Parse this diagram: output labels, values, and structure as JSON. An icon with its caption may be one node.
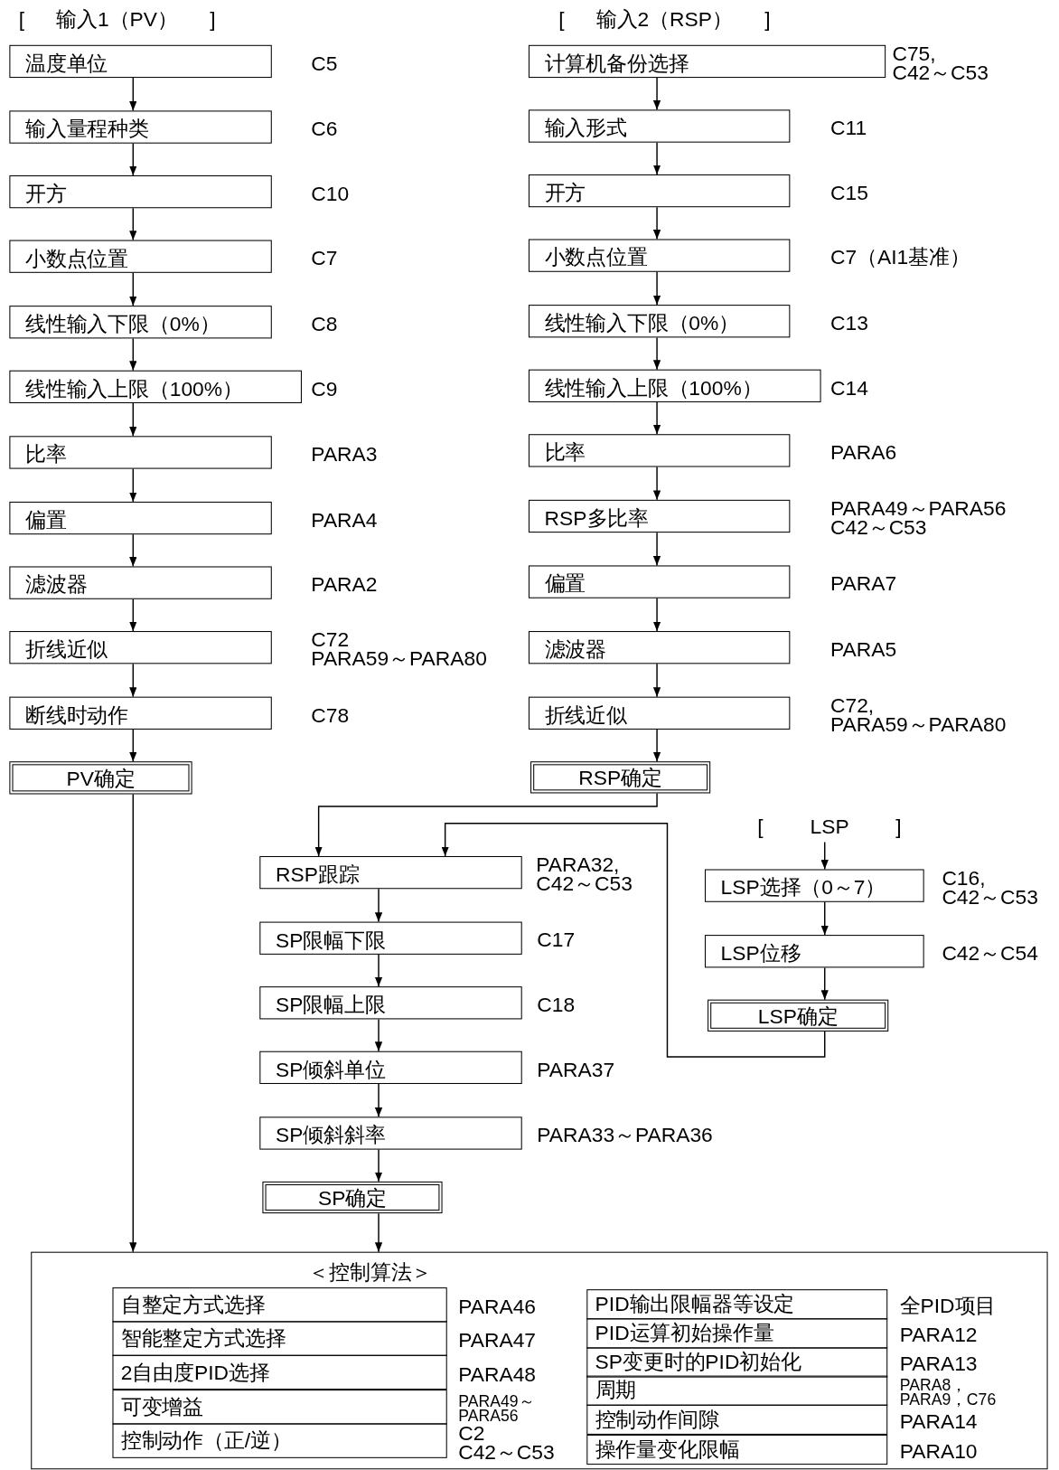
{
  "diagram": {
    "nodes": [
      {
        "text": [
          "温度单位"
        ],
        "beside": [
          "C5"
        ]
      },
      {
        "text": [
          "输入量程种类"
        ],
        "beside": [
          "C6"
        ]
      },
      {
        "text": [
          "开方"
        ],
        "beside": [
          "C10"
        ]
      },
      {
        "text": [
          "小数点位置"
        ],
        "beside": [
          "C7"
        ]
      },
      {
        "text": [
          "线性输入下限（0%）"
        ],
        "beside": [
          "C8"
        ]
      },
      {
        "text": [
          "线性输入上限（100%）"
        ],
        "beside": [
          "C9"
        ]
      },
      {
        "text": [
          "比率"
        ],
        "beside": [
          "PARA3"
        ]
      },
      {
        "text": [
          "偏置"
        ],
        "beside": [
          "PARA4"
        ]
      },
      {
        "text": [
          "滤波器"
        ],
        "beside": [
          "PARA2"
        ]
      },
      {
        "text": [
          "折线近似"
        ],
        "beside": [
          "C72 PARA59～PARA80"
        ]
      },
      {
        "text": [
          "断线时动作"
        ],
        "beside": [
          "C78"
        ]
      },
      {
        "text": [
          "PV确定"
        ]
      },
      {
        "text": [
          "计算机备份选择"
        ],
        "beside": [
          "C75, C42～C53"
        ]
      },
      {
        "text": [
          "输入形式"
        ],
        "beside": [
          "C11"
        ]
      },
      {
        "text": [
          "开方"
        ],
        "beside": [
          "C15"
        ]
      },
      {
        "text": [
          "小数点位置"
        ],
        "beside": [
          "C7（AI1基准）"
        ]
      },
      {
        "text": [
          "线性输入下限（0%）"
        ],
        "beside": [
          "C13"
        ]
      },
      {
        "text": [
          "线性输入上限（100%）"
        ],
        "beside": [
          "C14"
        ]
      },
      {
        "text": [
          "比率"
        ],
        "beside": [
          "PARA6"
        ]
      },
      {
        "text": [
          "RSP多比率"
        ],
        "beside": [
          "PARA49～PARA56 C42～C53"
        ]
      },
      {
        "text": [
          "偏置"
        ],
        "beside": [
          "PARA7"
        ]
      },
      {
        "text": [
          "滤波器"
        ],
        "beside": [
          "PARA5"
        ]
      },
      {
        "text": [
          "折线近似"
        ],
        "beside": [
          "C72, PARA59～PARA80"
        ]
      },
      {
        "text": [
          "RSP确定"
        ]
      },
      {
        "text": [
          "[ LSP ]"
        ]
      },
      {
        "text": [
          "LSP选择（0～7）"
        ],
        "beside": [
          "C16, C42～C53"
        ]
      },
      {
        "text": [
          "LSP位移"
        ],
        "beside": [
          "C42～C54"
        ]
      },
      {
        "text": [
          "LSP确定"
        ]
      },
      {
        "text": [
          "RSP跟踪"
        ],
        "beside": [
          "PARA32, C42～C53"
        ]
      },
      {
        "text": [
          "SP限幅下限"
        ],
        "beside": [
          "C17"
        ]
      },
      {
        "text": [
          "SP限幅上限"
        ],
        "beside": [
          "C18"
        ]
      },
      {
        "text": [
          "SP倾斜单位"
        ],
        "beside": [
          "PARA37"
        ]
      },
      {
        "text": [
          "SP倾斜斜率"
        ],
        "beside": [
          "PARA33～PARA36"
        ]
      },
      {
        "text": [
          "SP确定"
        ]
      },
      {
        "text": [
          "＜控制算法＞"
        ]
      },
      {
        "text": [
          "自整定方式选择"
        ],
        "beside": [
          "PARA46"
        ],
        "in": 34
      },
      {
        "text": [
          "智能整定方式选择"
        ],
        "beside": [
          "PARA47"
        ],
        "in": 34
      },
      {
        "text": [
          "2自由度PID选择"
        ],
        "beside": [
          "PARA48"
        ],
        "in": 34
      },
      {
        "text": [
          "可变增益"
        ],
        "beside": [
          "PARA49～ PARA56"
        ],
        "in": 34
      },
      {
        "text": [
          "控制动作（正/逆）"
        ],
        "beside": [
          "C2 C42～C53"
        ],
        "in": 34
      },
      {
        "text": [
          "PID输出限幅器等设定"
        ],
        "beside": [
          "全PID项目"
        ],
        "in": 34
      },
      {
        "text": [
          "PID运算初始操作量"
        ],
        "beside": [
          "PARA12"
        ],
        "in": 34
      },
      {
        "text": [
          "SP变更时的PID初始化"
        ],
        "beside": [
          "PARA13"
        ],
        "in": 34
      },
      {
        "text": [
          "周期"
        ],
        "beside": [
          "PARA8， PARA9，C76"
        ],
        "in": 34
      },
      {
        "text": [
          "控制动作间隙"
        ],
        "beside": [
          "PARA14"
        ],
        "in": 34
      },
      {
        "text": [
          "操作量变化限幅"
        ],
        "beside": [
          "PARA10"
        ],
        "in": 34
      }
    ],
    "edges": [
      {
        "from": 0,
        "to": 1,
        "arrow": "to"
      },
      {
        "from": 1,
        "to": 2,
        "arrow": "to"
      },
      {
        "from": 2,
        "to": 3,
        "arrow": "to"
      },
      {
        "from": 3,
        "to": 4,
        "arrow": "to"
      },
      {
        "from": 4,
        "to": 5,
        "arrow": "to"
      },
      {
        "from": 5,
        "to": 6,
        "arrow": "to"
      },
      {
        "from": 6,
        "to": 7,
        "arrow": "to"
      },
      {
        "from": 7,
        "to": 8,
        "arrow": "to"
      },
      {
        "from": 8,
        "to": 9,
        "arrow": "to"
      },
      {
        "from": 9,
        "to": 10,
        "arrow": "to"
      },
      {
        "from": 10,
        "to": 11,
        "arrow": "to"
      },
      {
        "from": 12,
        "to": 13,
        "arrow": "to"
      },
      {
        "from": 13,
        "to": 14,
        "arrow": "to"
      },
      {
        "from": 14,
        "to": 15,
        "arrow": "to"
      },
      {
        "from": 15,
        "to": 16,
        "arrow": "to"
      },
      {
        "from": 16,
        "to": 17,
        "arrow": "to"
      },
      {
        "from": 17,
        "to": 18,
        "arrow": "to"
      },
      {
        "from": 18,
        "to": 19,
        "arrow": "to"
      },
      {
        "from": 19,
        "to": 20,
        "arrow": "to"
      },
      {
        "from": 20,
        "to": 21,
        "arrow": "to"
      },
      {
        "from": 21,
        "to": 22,
        "arrow": "to"
      },
      {
        "from": 22,
        "to": 23,
        "arrow": "to"
      },
      {
        "from": 23,
        "to": 28,
        "arrow": "to"
      },
      {
        "from": 24,
        "to": 25,
        "arrow": "to"
      },
      {
        "from": 25,
        "to": 26,
        "arrow": "to"
      },
      {
        "from": 26,
        "to": 27,
        "arrow": "to"
      },
      {
        "from": 27,
        "to": 28,
        "arrow": "to"
      },
      {
        "from": 28,
        "to": 29,
        "arrow": "to"
      },
      {
        "from": 29,
        "to": 30,
        "arrow": "to"
      },
      {
        "from": 30,
        "to": 31,
        "arrow": "to"
      },
      {
        "from": 31,
        "to": 32,
        "arrow": "to"
      },
      {
        "from": 32,
        "to": 33,
        "arrow": "to"
      },
      {
        "from": 11,
        "to": 34,
        "arrow": "to"
      },
      {
        "from": 33,
        "to": 34,
        "arrow": "to"
      }
    ],
    "labels": [
      "[ 输入1（PV） ]",
      "[ 输入2（RSP） ]"
    ]
  }
}
